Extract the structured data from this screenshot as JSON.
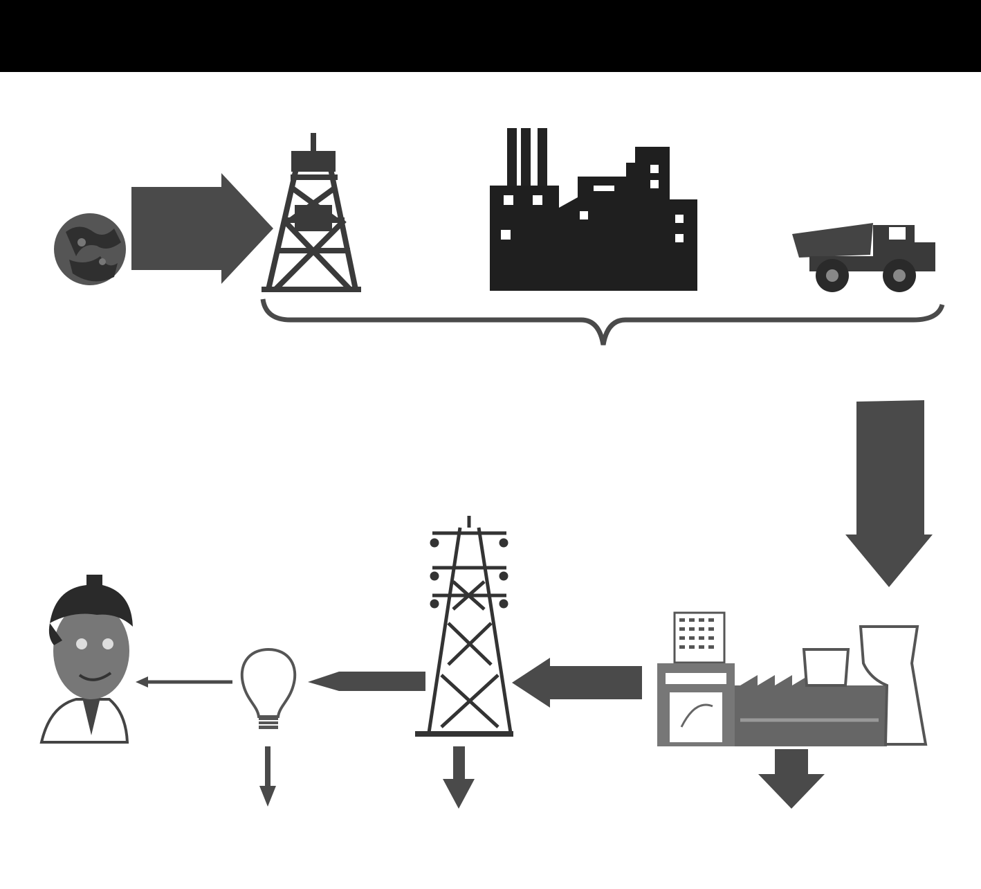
{
  "header": {
    "bar_color": "#000000",
    "title": ""
  },
  "colors": {
    "ink": "#4a4a4a",
    "dark": "#3a3a3a",
    "background": "#ffffff"
  },
  "diagram": {
    "nodes": [
      {
        "id": "earth",
        "icon": "earth-icon"
      },
      {
        "id": "drilling-rig",
        "icon": "drilling-rig-icon"
      },
      {
        "id": "refinery",
        "icon": "factory-icon"
      },
      {
        "id": "dump-truck",
        "icon": "dump-truck-icon"
      },
      {
        "id": "power-plant",
        "icon": "power-plant-icon"
      },
      {
        "id": "transmission-tower",
        "icon": "transmission-tower-icon"
      },
      {
        "id": "light-bulb",
        "icon": "light-bulb-icon"
      },
      {
        "id": "consumer",
        "icon": "person-icon"
      }
    ],
    "edges": [
      {
        "from": "earth",
        "to": "drilling-rig"
      },
      {
        "from": "extraction-group",
        "to": "power-plant"
      },
      {
        "from": "power-plant",
        "to": "transmission-tower"
      },
      {
        "from": "transmission-tower",
        "to": "light-bulb"
      },
      {
        "from": "light-bulb",
        "to": "consumer"
      }
    ],
    "loss_arrows": [
      "power-plant",
      "transmission-tower",
      "light-bulb"
    ]
  }
}
